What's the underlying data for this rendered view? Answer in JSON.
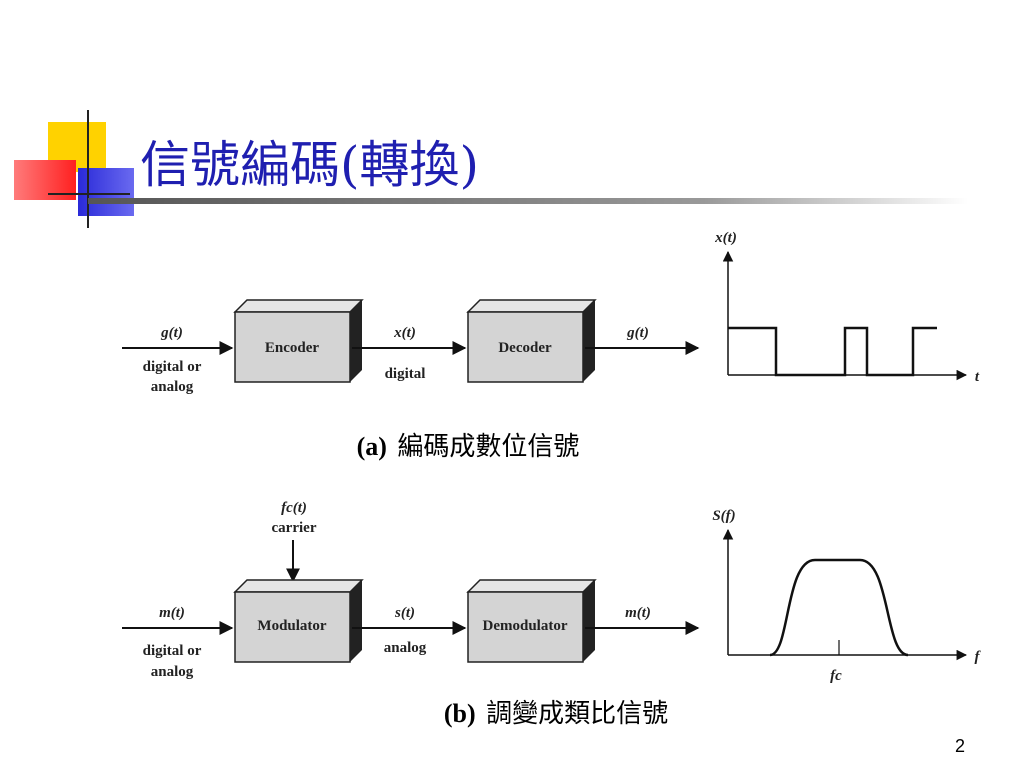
{
  "title": "信號編碼(轉換)",
  "page_number": "2",
  "diagram_a": {
    "input_label": "g(t)",
    "input_desc_1": "digital or",
    "input_desc_2": "analog",
    "encoder_label": "Encoder",
    "mid_label": "x(t)",
    "mid_desc": "digital",
    "decoder_label": "Decoder",
    "output_label": "g(t)",
    "plot_ylabel": "x(t)",
    "plot_xlabel": "t",
    "caption_prefix": "(a)",
    "caption_text": "編碼成數位信號"
  },
  "diagram_b": {
    "carrier_label": "fc(t)",
    "carrier_desc": "carrier",
    "input_label": "m(t)",
    "input_desc_1": "digital or",
    "input_desc_2": "analog",
    "modulator_label": "Modulator",
    "mid_label": "s(t)",
    "mid_desc": "analog",
    "demodulator_label": "Demodulator",
    "output_label": "m(t)",
    "plot_ylabel": "S(f)",
    "plot_xlabel": "f",
    "plot_tick": "fc",
    "caption_prefix": "(b)",
    "caption_text": "調變成類比信號"
  },
  "colors": {
    "title": "#1f1fb0",
    "box_fill": "#d4d4d4",
    "box_dark": "#1a1a1a",
    "logo_yellow": "#ffd200",
    "logo_blue": "#2a2ad8",
    "logo_red": "#ff3b3b"
  }
}
